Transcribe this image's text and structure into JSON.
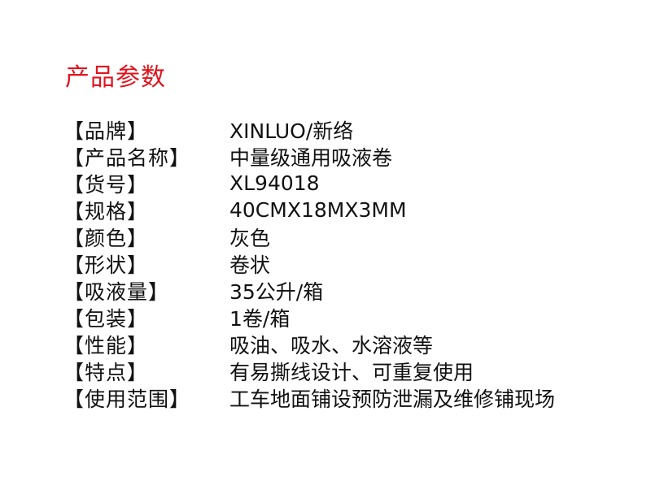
{
  "title": "产品参数",
  "accent_color": "#e0141e",
  "specs": [
    {
      "label": "【品牌】",
      "value": "XINLUO/新络"
    },
    {
      "label": "【产品名称】",
      "value": "中量级通用吸液卷"
    },
    {
      "label": "【货号】",
      "value": "XL94018"
    },
    {
      "label": "【规格】",
      "value": "40CMX18MX3MM"
    },
    {
      "label": "【颜色】",
      "value": "灰色"
    },
    {
      "label": "【形状】",
      "value": "卷状"
    },
    {
      "label": "【吸液量】",
      "value": "35公升/箱"
    },
    {
      "label": "【包装】",
      "value": "1卷/箱"
    },
    {
      "label": "【性能】",
      "value": "吸油、吸水、水溶液等"
    },
    {
      "label": "【特点】",
      "value": "有易撕线设计、可重复使用"
    },
    {
      "label": "【使用范围】",
      "value": "工车地面铺设预防泄漏及维修铺现场"
    }
  ]
}
